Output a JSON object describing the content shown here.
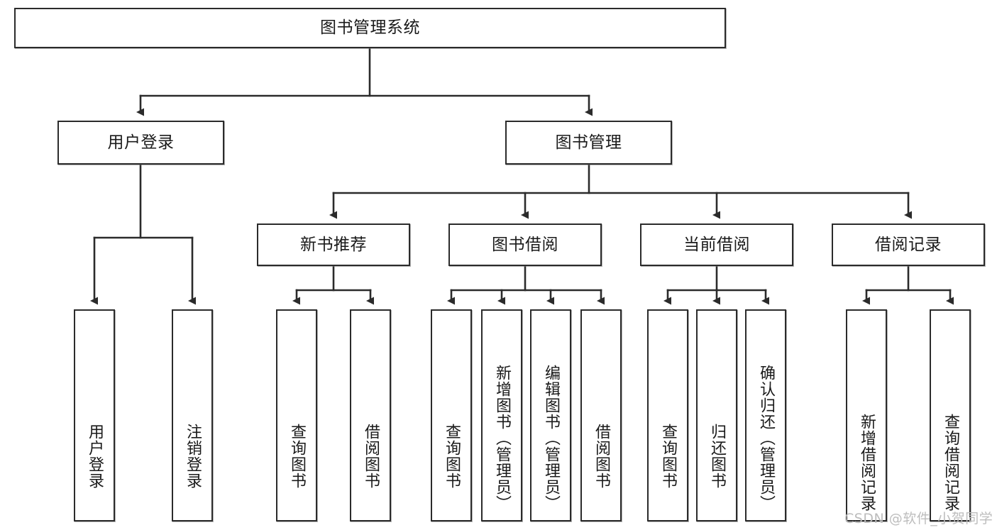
{
  "diagram": {
    "title": "图书管理系统",
    "type": "hierarchy-tree",
    "root": {
      "id": "root",
      "label": "图书管理系统"
    },
    "level2": [
      {
        "id": "user-login",
        "label": "用户登录"
      },
      {
        "id": "book-management",
        "label": "图书管理"
      }
    ],
    "level3": [
      {
        "id": "new-book-recommend",
        "label": "新书推荐",
        "parent": "book-management"
      },
      {
        "id": "book-borrow",
        "label": "图书借阅",
        "parent": "book-management"
      },
      {
        "id": "current-borrow",
        "label": "当前借阅",
        "parent": "book-management"
      },
      {
        "id": "borrow-record",
        "label": "借阅记录",
        "parent": "book-management"
      }
    ],
    "leaves": [
      {
        "id": "leaf-user-login",
        "label": "用户登录",
        "parent": "user-login"
      },
      {
        "id": "leaf-logout-login",
        "label": "注销登录",
        "parent": "user-login"
      },
      {
        "id": "leaf-query-book-1",
        "label": "查询图书",
        "parent": "new-book-recommend"
      },
      {
        "id": "leaf-borrow-book-1",
        "label": "借阅图书",
        "parent": "new-book-recommend"
      },
      {
        "id": "leaf-query-book-2",
        "label": "查询图书",
        "parent": "book-borrow"
      },
      {
        "id": "leaf-add-book-admin",
        "label": "新增图书（管理员）",
        "parent": "book-borrow"
      },
      {
        "id": "leaf-edit-book-admin",
        "label": "编辑图书（管理员）",
        "parent": "book-borrow"
      },
      {
        "id": "leaf-borrow-book-2",
        "label": "借阅图书",
        "parent": "book-borrow"
      },
      {
        "id": "leaf-query-book-3",
        "label": "查询图书",
        "parent": "current-borrow"
      },
      {
        "id": "leaf-return-book",
        "label": "归还图书",
        "parent": "current-borrow"
      },
      {
        "id": "leaf-confirm-return-admin",
        "label": "确认归还（管理员）",
        "parent": "current-borrow"
      },
      {
        "id": "leaf-add-borrow-record",
        "label": "新增借阅记录",
        "parent": "borrow-record"
      },
      {
        "id": "leaf-query-borrow-record",
        "label": "查询借阅记录",
        "parent": "borrow-record"
      }
    ]
  },
  "watermark": {
    "text": "CSDN @软件_小贺同学"
  },
  "colors": {
    "stroke": "#2b2b2b",
    "background": "#ffffff",
    "text": "#1a1a1a",
    "watermark": "#bdbdbd"
  }
}
